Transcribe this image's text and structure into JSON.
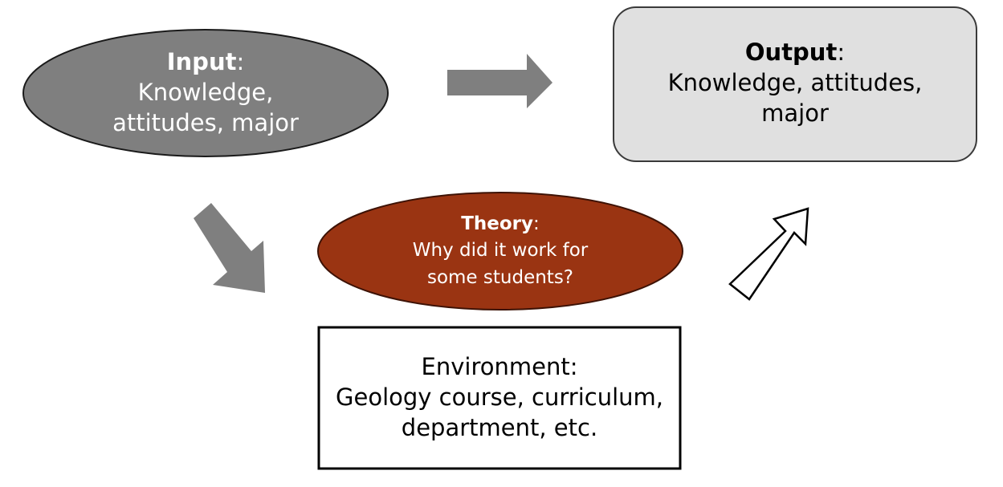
{
  "input": {
    "title": "Input",
    "colon": ":",
    "line1": "Knowledge,",
    "line2": "attitudes, major",
    "fill": "#7f7f7f"
  },
  "output": {
    "title": "Output",
    "colon": ":",
    "line1": "Knowledge, attitudes,",
    "line2": "major",
    "fill": "#e0e0e0"
  },
  "theory": {
    "title": "Theory",
    "colon": ":",
    "line1": "Why did it work for",
    "line2": "some students?",
    "fill": "#9a3412"
  },
  "environment": {
    "line0": "Environment:",
    "line1": "Geology course, curriculum,",
    "line2": "department, etc."
  },
  "colors": {
    "arrow_gray": "#7f7f7f",
    "outline": "#000000"
  }
}
